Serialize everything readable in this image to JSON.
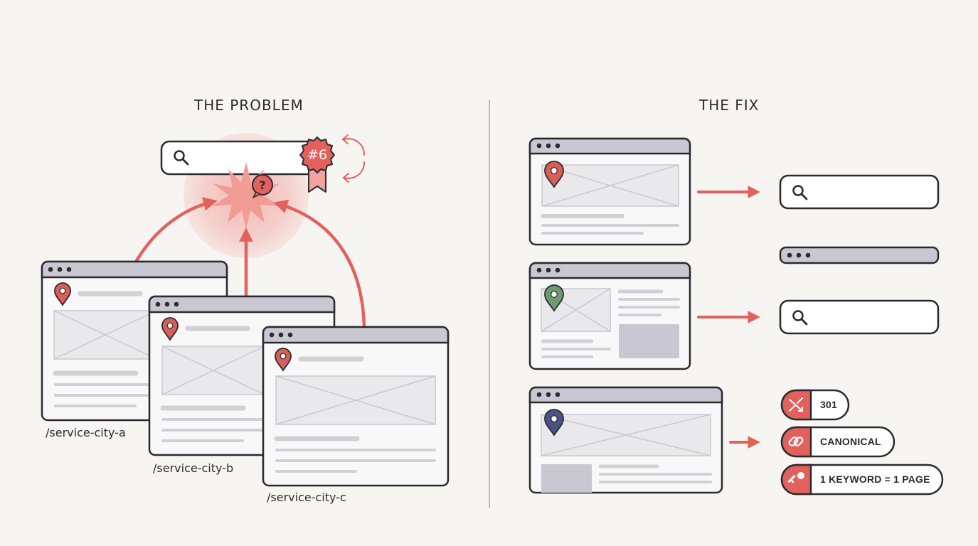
{
  "problem": {
    "heading": "THE PROBLEM",
    "rank_badge": "#6",
    "pages": [
      {
        "url": "/service-city-a"
      },
      {
        "url": "/service-city-b"
      },
      {
        "url": "/service-city-c"
      }
    ],
    "icons": [
      "search-icon",
      "question-icon",
      "ranking-ribbon-icon",
      "fluctuation-arrows-icon",
      "location-pin-icon"
    ]
  },
  "fix": {
    "heading": "THE FIX",
    "solutions": [
      {
        "label": "301",
        "icon": "redirect-icon"
      },
      {
        "label": "CANONICAL",
        "icon": "link-icon"
      },
      {
        "label": "1 KEYWORD = 1 PAGE",
        "icon": "key-icon"
      }
    ]
  },
  "colors": {
    "background": "#f6f5f1",
    "accent_red": "#e2615c",
    "pin_red": "#d95e59",
    "pin_green": "#6e9a72",
    "pin_navy": "#4b5382",
    "outline": "#2b2b2f",
    "titlebar": "#c9c8d2",
    "placeholder": "#d0d0d6"
  }
}
